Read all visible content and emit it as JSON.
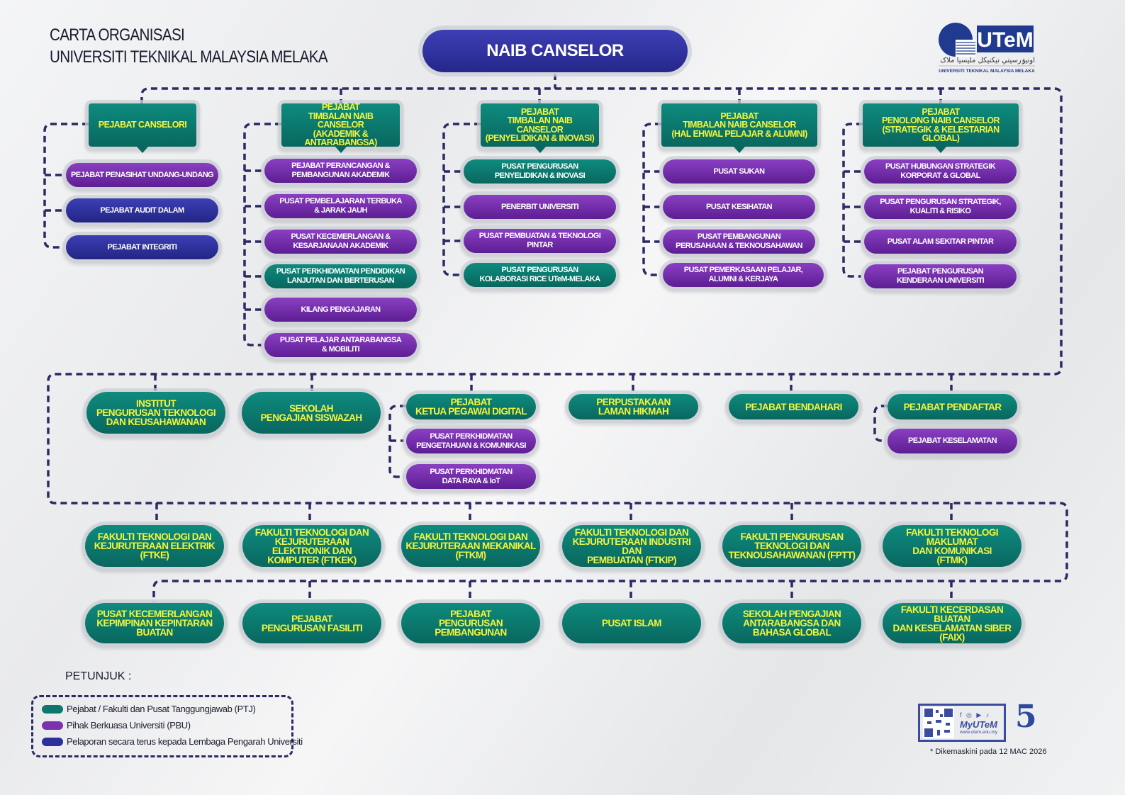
{
  "header": {
    "title_line1": "CARTA ORGANISASI",
    "title_line2": "UNIVERSITI TEKNIKAL MALAYSIA MELAKA"
  },
  "logo": {
    "brand": "UTeM",
    "jawi": "اونيۏرسيتي تيکنيکل مليسيا ملاک",
    "caption": "UNIVERSITI TEKNIKAL MALAYSIA MELAKA"
  },
  "top": {
    "label": "NAIB CANSELOR"
  },
  "columns": [
    {
      "head": "PEJABAT CANSELORI",
      "children": [
        {
          "label": "PEJABAT PENASIHAT UNDANG-UNDANG",
          "type": "purple"
        },
        {
          "label": "PEJABAT AUDIT DALAM",
          "type": "blue"
        },
        {
          "label": "PEJABAT INTEGRITI",
          "type": "blue"
        }
      ]
    },
    {
      "head": "PEJABAT\nTIMBALAN NAIB CANSELOR\n(AKADEMIK &\nANTARABANGSA)",
      "children": [
        {
          "label": "PEJABAT PERANCANGAN &\nPEMBANGUNAN AKADEMIK",
          "type": "purple"
        },
        {
          "label": "PUSAT PEMBELAJARAN TERBUKA\n& JARAK JAUH",
          "type": "purple"
        },
        {
          "label": "PUSAT KECEMERLANGAN &\nKESARJANAAN AKADEMIK",
          "type": "purple"
        },
        {
          "label": "PUSAT PERKHIDMATAN PENDIDIKAN\nLANJUTAN DAN BERTERUSAN",
          "type": "teal"
        },
        {
          "label": "KILANG PENGAJARAN",
          "type": "purple"
        },
        {
          "label": "PUSAT PELAJAR ANTARABANGSA\n& MOBILITI",
          "type": "purple"
        }
      ]
    },
    {
      "head": "PEJABAT\nTIMBALAN NAIB CANSELOR\n(PENYELIDIKAN & INOVASI)",
      "children": [
        {
          "label": "PUSAT PENGURUSAN\nPENYELIDIKAN & INOVASI",
          "type": "teal"
        },
        {
          "label": "PENERBIT UNIVERSITI",
          "type": "purple"
        },
        {
          "label": "PUSAT PEMBUATAN & TEKNOLOGI PINTAR",
          "type": "purple"
        },
        {
          "label": "PUSAT PENGURUSAN\nKOLABORASI RICE UTeM-MELAKA",
          "type": "teal"
        }
      ]
    },
    {
      "head": "PEJABAT\nTIMBALAN NAIB CANSELOR\n(HAL EHWAL PELAJAR & ALUMNI)",
      "children": [
        {
          "label": "PUSAT SUKAN",
          "type": "purple"
        },
        {
          "label": "PUSAT KESIHATAN",
          "type": "purple"
        },
        {
          "label": "PUSAT PEMBANGUNAN\nPERUSAHAAN & TEKNOUSAHAWAN",
          "type": "purple"
        },
        {
          "label": "PUSAT PEMERKASAAN PELAJAR,\nALUMNI & KERJAYA",
          "type": "purple"
        }
      ]
    },
    {
      "head": "PEJABAT\nPENOLONG NAIB CANSELOR\n(STRATEGIK & KELESTARIAN GLOBAL)",
      "children": [
        {
          "label": "PUSAT HUBUNGAN STRATEGIK\nKORPORAT & GLOBAL",
          "type": "purple"
        },
        {
          "label": "PUSAT PENGURUSAN STRATEGIK,\nKUALITI & RISIKO",
          "type": "purple"
        },
        {
          "label": "PUSAT ALAM SEKITAR PINTAR",
          "type": "purple"
        },
        {
          "label": "PEJABAT PENGURUSAN\nKENDERAAN UNIVERSITI",
          "type": "purple"
        }
      ]
    }
  ],
  "row4": [
    {
      "label": "INSTITUT\nPENGURUSAN TEKNOLOGI\nDAN KEUSAHAWANAN"
    },
    {
      "label": "SEKOLAH\nPENGAJIAN SISWAZAH"
    },
    {
      "label": "PEJABAT\nKETUA PEGAWAI DIGITAL",
      "children": [
        {
          "label": "PUSAT PERKHIDMATAN\nPENGETAHUAN & KOMUNIKASI",
          "type": "purple"
        },
        {
          "label": "PUSAT PERKHIDMATAN\nDATA RAYA & IoT",
          "type": "purple"
        }
      ]
    },
    {
      "label": "PERPUSTAKAAN\nLAMAN HIKMAH"
    },
    {
      "label": "PEJABAT BENDAHARI"
    },
    {
      "label": "PEJABAT PENDAFTAR",
      "children": [
        {
          "label": "PEJABAT KESELAMATAN",
          "type": "purple"
        }
      ]
    }
  ],
  "row5": [
    "FAKULTI TEKNOLOGI DAN\nKEJURUTERAAN ELEKTRIK\n(FTKE)",
    "FAKULTI TEKNOLOGI DAN\nKEJURUTERAAN ELEKTRONIK DAN\nKOMPUTER (FTKEK)",
    "FAKULTI TEKNOLOGI DAN\nKEJURUTERAAN MEKANIKAL\n(FTKM)",
    "FAKULTI TEKNOLOGI DAN\nKEJURUTERAAN INDUSTRI DAN\nPEMBUATAN (FTKIP)",
    "FAKULTI PENGURUSAN\nTEKNOLOGI DAN\nTEKNOUSAHAWANAN (FPTT)",
    "FAKULTI TEKNOLOGI MAKLUMAT\nDAN KOMUNIKASI\n(FTMK)"
  ],
  "row6": [
    "PUSAT KECEMERLANGAN\nKEPIMPINAN KEPINTARAN\nBUATAN",
    "PEJABAT\nPENGURUSAN FASILITI",
    "PEJABAT\nPENGURUSAN PEMBANGUNAN",
    "PUSAT ISLAM",
    "SEKOLAH PENGAJIAN\nANTARABANGSA DAN\nBAHASA GLOBAL",
    "FAKULTI KECERDASAN BUATAN\nDAN KESELAMATAN SIBER\n(FAIX)"
  ],
  "legend": {
    "title": "PETUNJUK :",
    "items": [
      {
        "label": "Pejabat / Fakulti dan Pusat Tanggungjawab (PTJ)",
        "color": "#0b776d"
      },
      {
        "label": "Pihak Berkuasa Universiti (PBU)",
        "color": "#7a32ae"
      },
      {
        "label": "Pelaporan secara terus kepada Lembaga Pengarah Universiti",
        "color": "#2d2f9a"
      }
    ]
  },
  "footer": {
    "app_name": "MyUTeM",
    "url": "www.utem.edu.my",
    "updated": "* Dikemaskini pada  12 MAC 2026",
    "anniversary": "5"
  },
  "colors": {
    "teal": "#0b776d",
    "purple": "#7a32ae",
    "blue": "#2d2f9a",
    "connector": "#2b2a63",
    "label_yellow": "#f4f53b"
  }
}
